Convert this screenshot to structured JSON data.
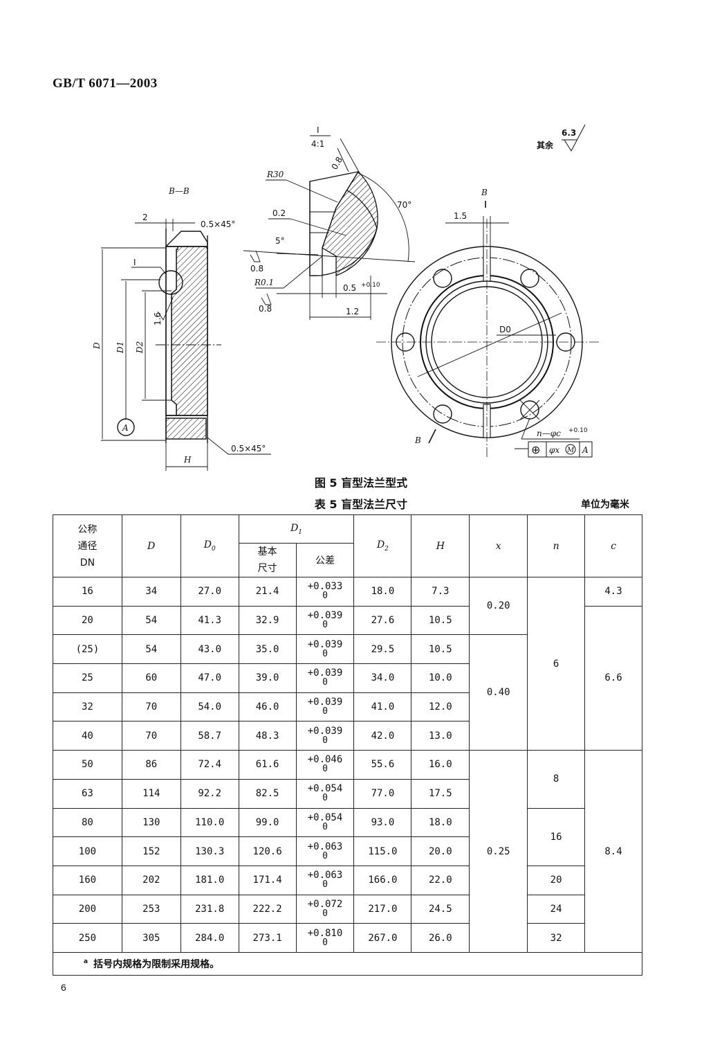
{
  "header": {
    "standard_code": "GB/T 6071—2003"
  },
  "drawing": {
    "section_label": "B—B",
    "detail_label_top": "I",
    "detail_scale": "4:1",
    "detail_marker": "I",
    "roughness_rest_label": "其余",
    "roughness_rest_value": "6.3",
    "view_label": "B",
    "cut_label": "B",
    "dims": {
      "width_2": "2",
      "chamfer_top": "0.5×45°",
      "chamfer_bottom": "0.5×45°",
      "surface_1_6": "1.6",
      "D": "D",
      "D1": "D1",
      "D2": "D2",
      "H": "H",
      "datum": "A",
      "r30": "R30",
      "r01": "R0.1",
      "d02": "0.2",
      "d08_top": "0.8",
      "angle_5": "5°",
      "rough_08_a": "0.8",
      "rough_08_b": "0.8",
      "d05_tol": "0.5",
      "d05_tol_sup": "+0.10",
      "d12": "1.2",
      "angle_70": "70°",
      "d15": "1.5",
      "d0": "D0",
      "holes_label": "n—φc",
      "holes_sup": "+0.10",
      "frame_sym": "⊕",
      "frame_tol": "φx",
      "frame_mod": "M",
      "frame_datum": "A"
    }
  },
  "figure_caption": "图 5   盲型法兰型式",
  "table_caption": "表 5   盲型法兰尺寸",
  "unit_note": "单位为毫米",
  "table": {
    "headers": {
      "dn_line1": "公称",
      "dn_line2": "通径",
      "dn_line3": "DN",
      "D": "D",
      "D0": "D",
      "D0_sub": "0",
      "D1": "D",
      "D1_sub": "1",
      "D1_basic_line1": "基本",
      "D1_basic_line2": "尺寸",
      "D1_tol": "公差",
      "D2": "D",
      "D2_sub": "2",
      "H": "H",
      "x": "x",
      "n": "n",
      "c": "c"
    },
    "rows": [
      {
        "dn": "16",
        "D": "34",
        "D0": "27.0",
        "D1": "21.4",
        "tol_up": "+0.033",
        "tol_lo": "0",
        "D2": "18.0",
        "H": "7.3"
      },
      {
        "dn": "20",
        "D": "54",
        "D0": "41.3",
        "D1": "32.9",
        "tol_up": "+0.039",
        "tol_lo": "0",
        "D2": "27.6",
        "H": "10.5"
      },
      {
        "dn": "(25)",
        "D": "54",
        "D0": "43.0",
        "D1": "35.0",
        "tol_up": "+0.039",
        "tol_lo": "0",
        "D2": "29.5",
        "H": "10.5"
      },
      {
        "dn": "25",
        "D": "60",
        "D0": "47.0",
        "D1": "39.0",
        "tol_up": "+0.039",
        "tol_lo": "0",
        "D2": "34.0",
        "H": "10.0"
      },
      {
        "dn": "32",
        "D": "70",
        "D0": "54.0",
        "D1": "46.0",
        "tol_up": "+0.039",
        "tol_lo": "0",
        "D2": "41.0",
        "H": "12.0"
      },
      {
        "dn": "40",
        "D": "70",
        "D0": "58.7",
        "D1": "48.3",
        "tol_up": "+0.039",
        "tol_lo": "0",
        "D2": "42.0",
        "H": "13.0"
      },
      {
        "dn": "50",
        "D": "86",
        "D0": "72.4",
        "D1": "61.6",
        "tol_up": "+0.046",
        "tol_lo": "0",
        "D2": "55.6",
        "H": "16.0"
      },
      {
        "dn": "63",
        "D": "114",
        "D0": "92.2",
        "D1": "82.5",
        "tol_up": "+0.054",
        "tol_lo": "0",
        "D2": "77.0",
        "H": "17.5"
      },
      {
        "dn": "80",
        "D": "130",
        "D0": "110.0",
        "D1": "99.0",
        "tol_up": "+0.054",
        "tol_lo": "0",
        "D2": "93.0",
        "H": "18.0"
      },
      {
        "dn": "100",
        "D": "152",
        "D0": "130.3",
        "D1": "120.6",
        "tol_up": "+0.063",
        "tol_lo": "0",
        "D2": "115.0",
        "H": "20.0"
      },
      {
        "dn": "160",
        "D": "202",
        "D0": "181.0",
        "D1": "171.4",
        "tol_up": "+0.063",
        "tol_lo": "0",
        "D2": "166.0",
        "H": "22.0"
      },
      {
        "dn": "200",
        "D": "253",
        "D0": "231.8",
        "D1": "222.2",
        "tol_up": "+0.072",
        "tol_lo": "0",
        "D2": "217.0",
        "H": "24.5"
      },
      {
        "dn": "250",
        "D": "305",
        "D0": "284.0",
        "D1": "273.1",
        "tol_up": "+0.810",
        "tol_lo": "0",
        "D2": "267.0",
        "H": "26.0"
      }
    ],
    "x_groups": [
      "0.20",
      "0.40",
      "0.25"
    ],
    "n_groups": [
      "6",
      "8",
      "16",
      "20",
      "24",
      "32"
    ],
    "c_groups": [
      "4.3",
      "6.6",
      "8.4"
    ],
    "footnote_mark": "a",
    "footnote": "括号内规格为限制采用规格。"
  },
  "page_number": "6"
}
